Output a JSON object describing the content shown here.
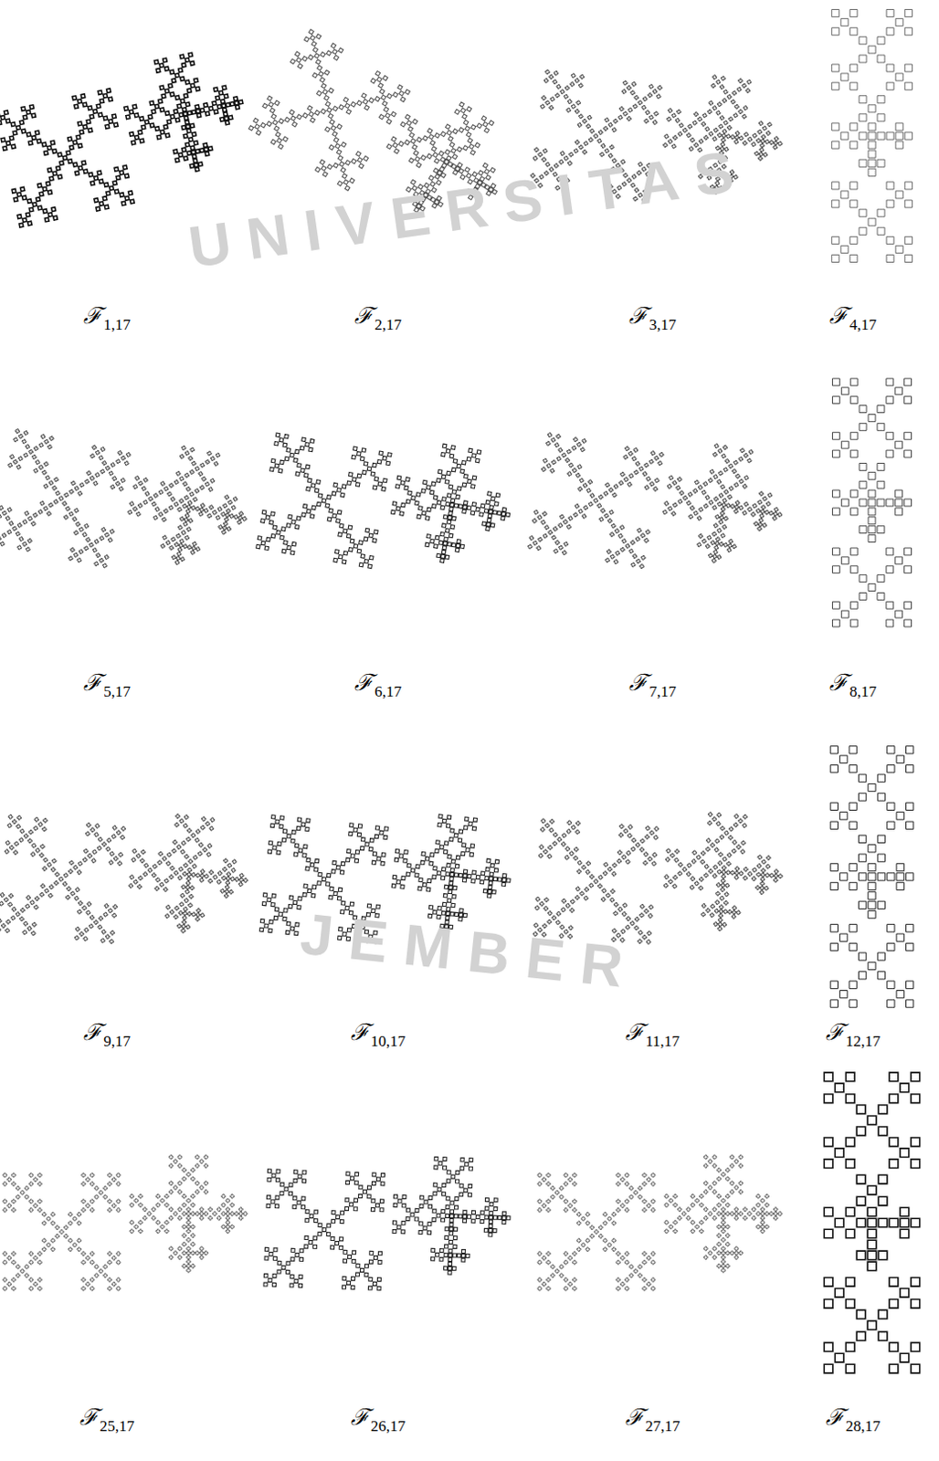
{
  "diagram": {
    "labels": [
      "ℱ",
      "1,17",
      "ℱ",
      "2,17",
      "ℱ",
      "3,17",
      "ℱ",
      "4,17",
      "ℱ",
      "5,17",
      "ℱ",
      "6,17",
      "ℱ",
      "7,17",
      "ℱ",
      "8,17",
      "ℱ",
      "9,17",
      "ℱ",
      "10,17",
      "ℱ",
      "11,17",
      "ℱ",
      "12,17",
      "ℱ",
      "25,17",
      "ℱ",
      "26,17",
      "ℱ",
      "27,17",
      "ℱ",
      "28,17",
      "UNIVERSITAS",
      "JEMBER"
    ]
  }
}
